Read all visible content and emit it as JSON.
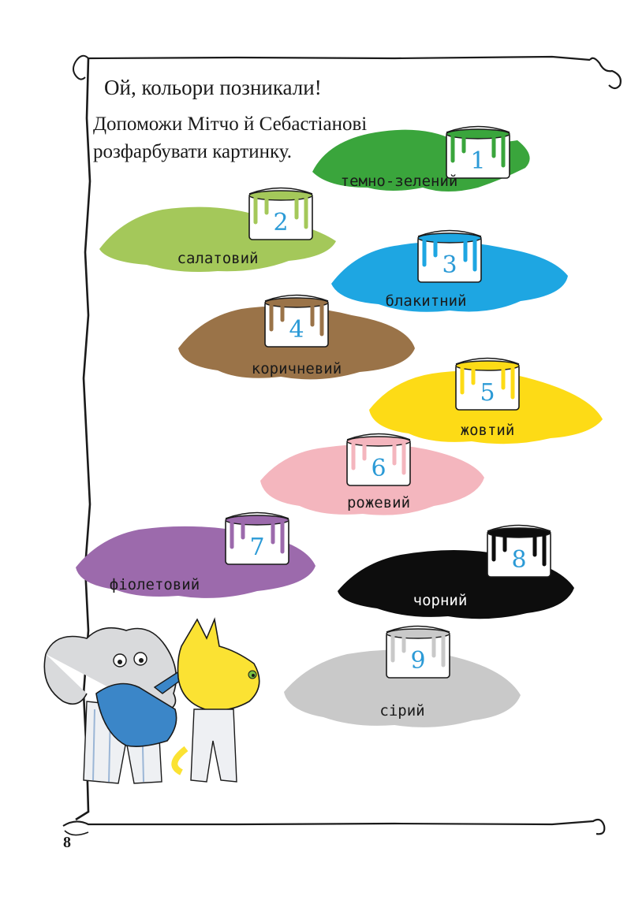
{
  "page": {
    "heading": "Ой, кольори позникали!",
    "intro_line1": "Допоможи Мітчо й Себастіанові",
    "intro_line2": "розфарбувати картинку.",
    "page_number": "8"
  },
  "paints": [
    {
      "number": "1",
      "label": "темно-зелений",
      "color": "#3aa53c"
    },
    {
      "number": "2",
      "label": "салатовий",
      "color": "#a4c85a"
    },
    {
      "number": "3",
      "label": "блакитний",
      "color": "#1ea6e2"
    },
    {
      "number": "4",
      "label": "коричневий",
      "color": "#9a7348"
    },
    {
      "number": "5",
      "label": "жовтий",
      "color": "#fddb16"
    },
    {
      "number": "6",
      "label": "рожевий",
      "color": "#f4b6be"
    },
    {
      "number": "7",
      "label": "фіолетовий",
      "color": "#9c6aac"
    },
    {
      "number": "8",
      "label": "чорний",
      "color": "#0d0d0d"
    },
    {
      "number": "9",
      "label": "сірий",
      "color": "#c9c9c9"
    }
  ],
  "colors": {
    "ink": "#1a1a1a",
    "number_blue": "#2b9ad6",
    "cat_yellow": "#fbe233",
    "elephant_gray": "#d9dadc",
    "watering_can_blue": "#3b86c8"
  },
  "icons": {
    "paint_can": "paint-can-icon",
    "elephant": "elephant-illustration",
    "cat": "cat-illustration",
    "watering_can": "watering-can-icon"
  }
}
